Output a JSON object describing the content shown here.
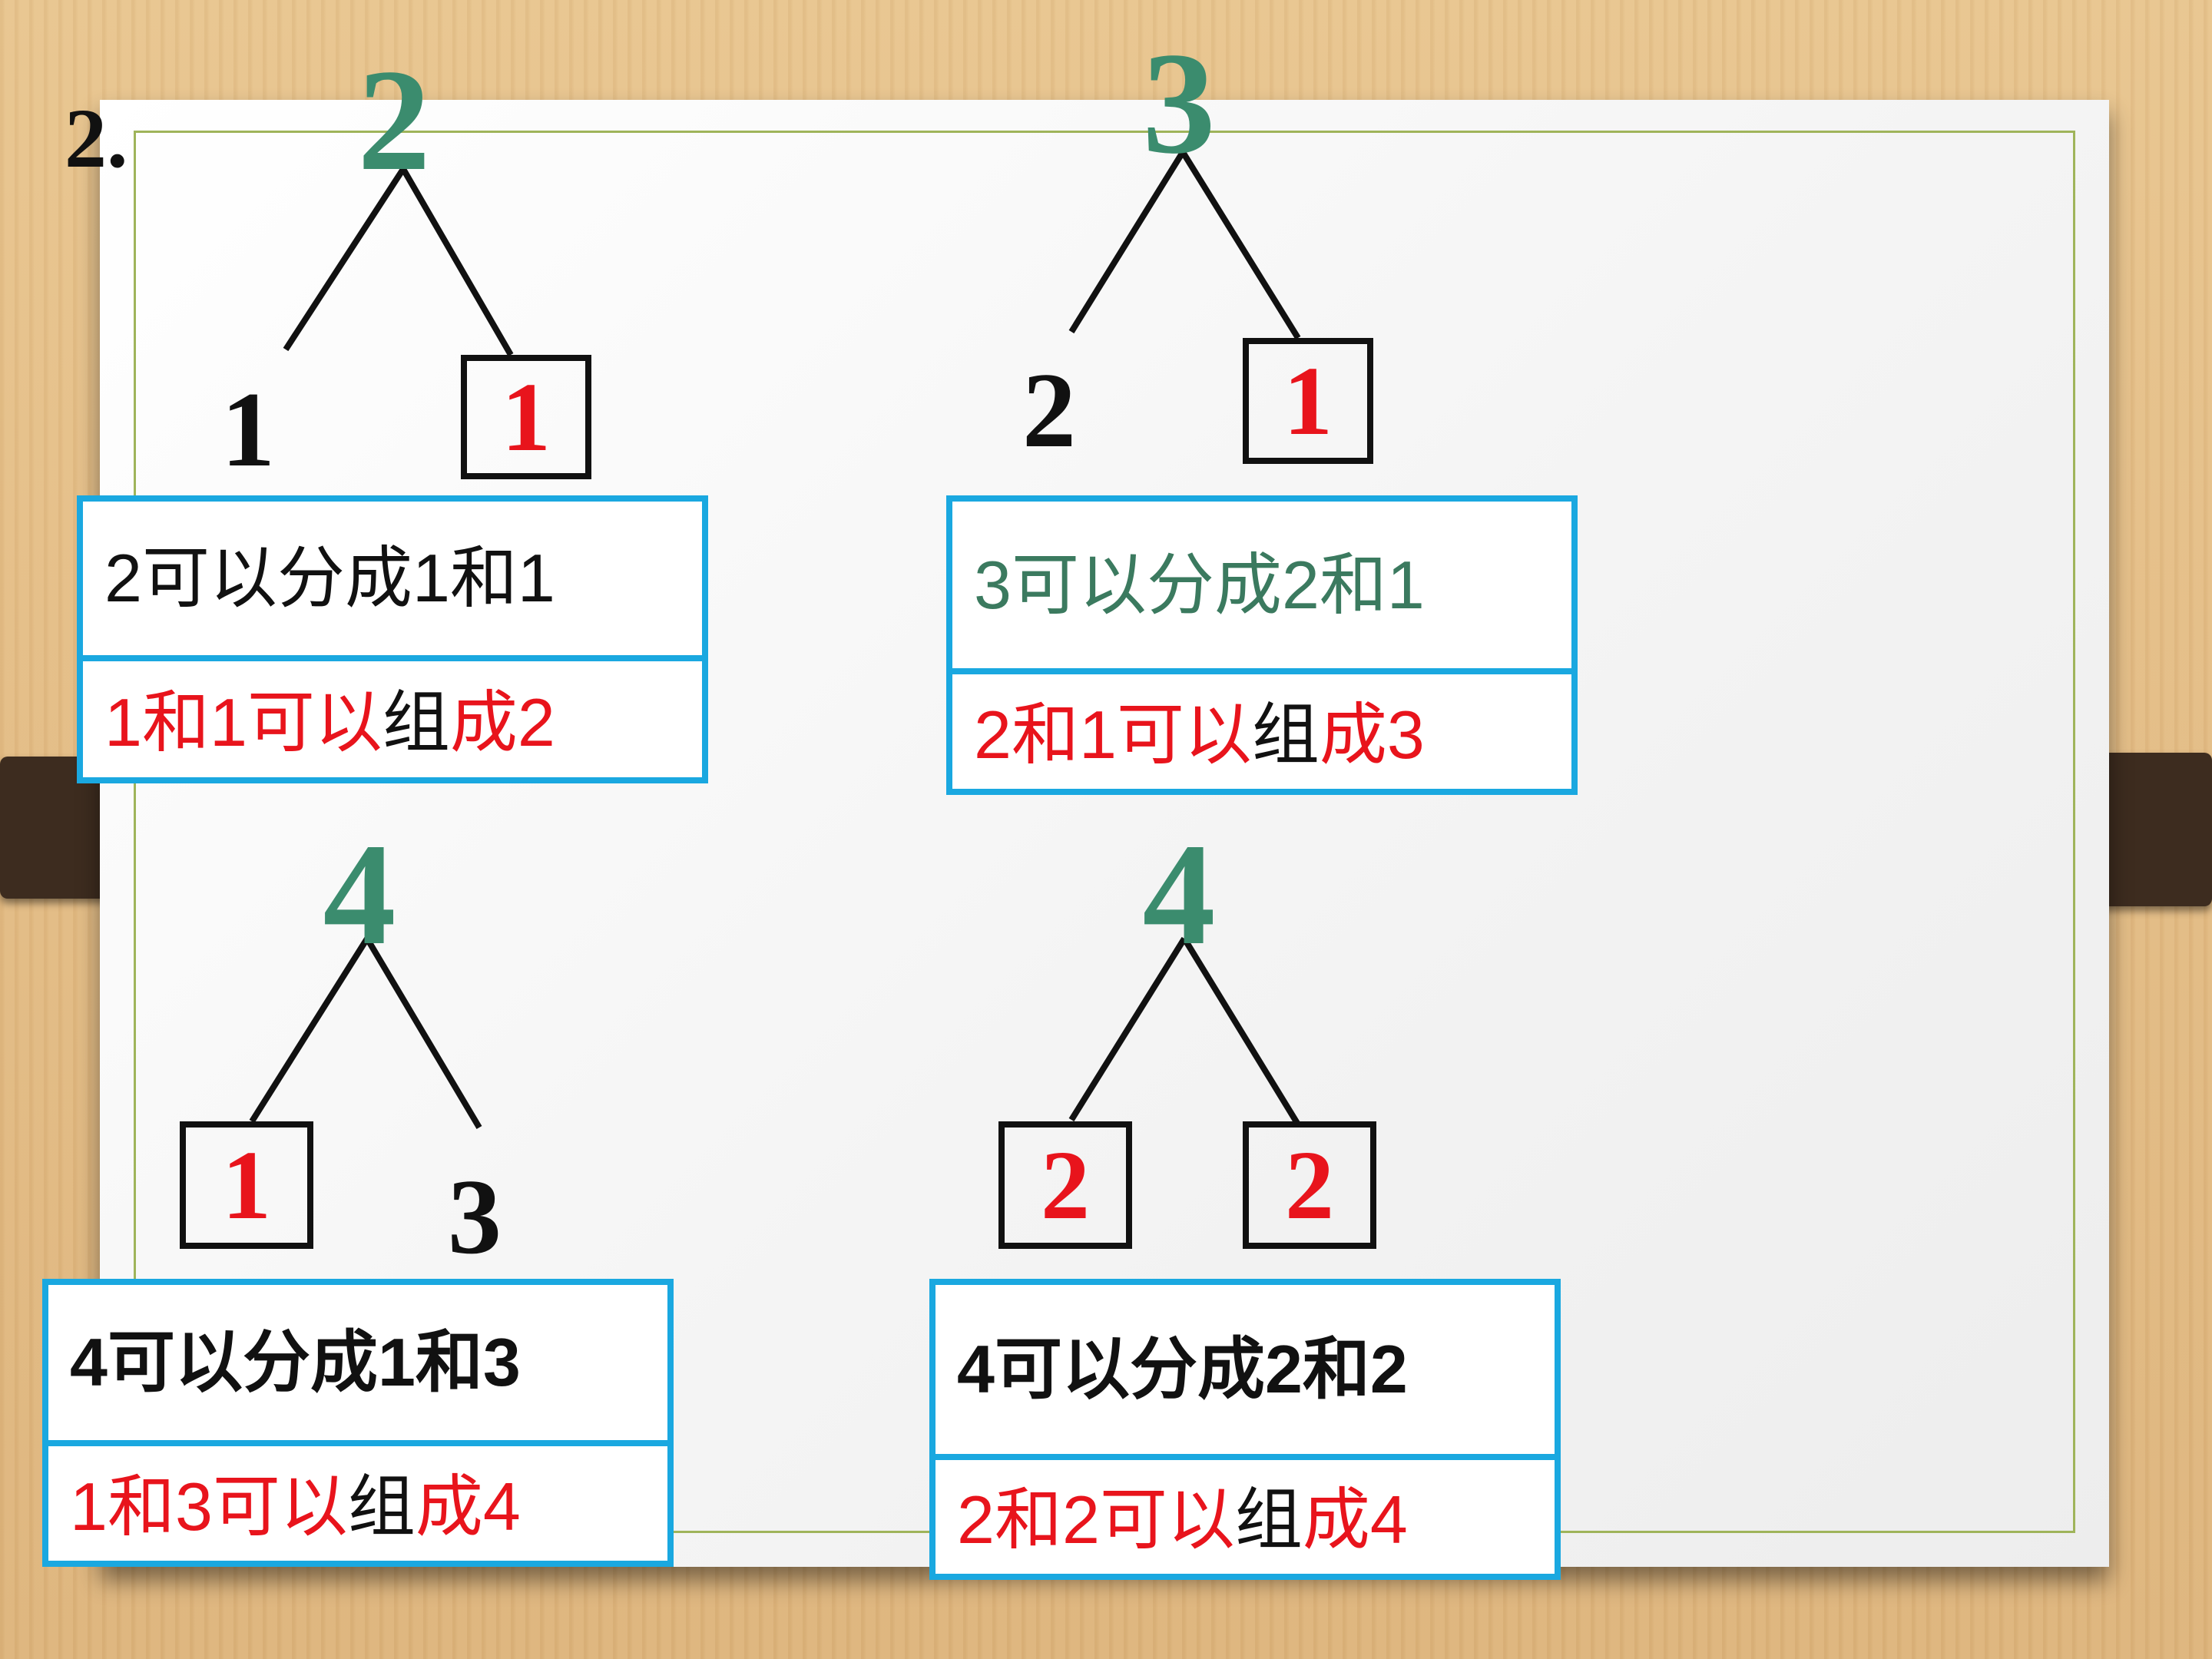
{
  "heading": "2.",
  "colors": {
    "top_number": "#3b8c6e",
    "answer_red": "#e8141c",
    "card_border": "#1aa8e0",
    "card_green_text": "#3b7a5f"
  },
  "trees": [
    {
      "top": "2",
      "left": "1",
      "right": "1",
      "left_boxed": false,
      "right_boxed": true
    },
    {
      "top": "3",
      "left": "2",
      "right": "1",
      "left_boxed": false,
      "right_boxed": true
    },
    {
      "top": "4",
      "left": "1",
      "right": "3",
      "left_boxed": true,
      "right_boxed": false
    },
    {
      "top": "4",
      "left": "2",
      "right": "2",
      "left_boxed": true,
      "right_boxed": true
    }
  ],
  "cards": [
    {
      "split": "2可以分成1和1",
      "compose": {
        "a": "1和1可以",
        "b": "组",
        "c": "成2"
      }
    },
    {
      "split": "3可以分成2和1",
      "compose": {
        "a": "2和1可以",
        "b": "组",
        "c": "成3"
      }
    },
    {
      "split": "4可以分成1和3",
      "compose": {
        "a": "1和3可以",
        "b": "组",
        "c": "成4"
      }
    },
    {
      "split": "4可以分成2和2",
      "compose": {
        "a": "2和2可以",
        "b": "组",
        "c": "成4"
      }
    }
  ]
}
